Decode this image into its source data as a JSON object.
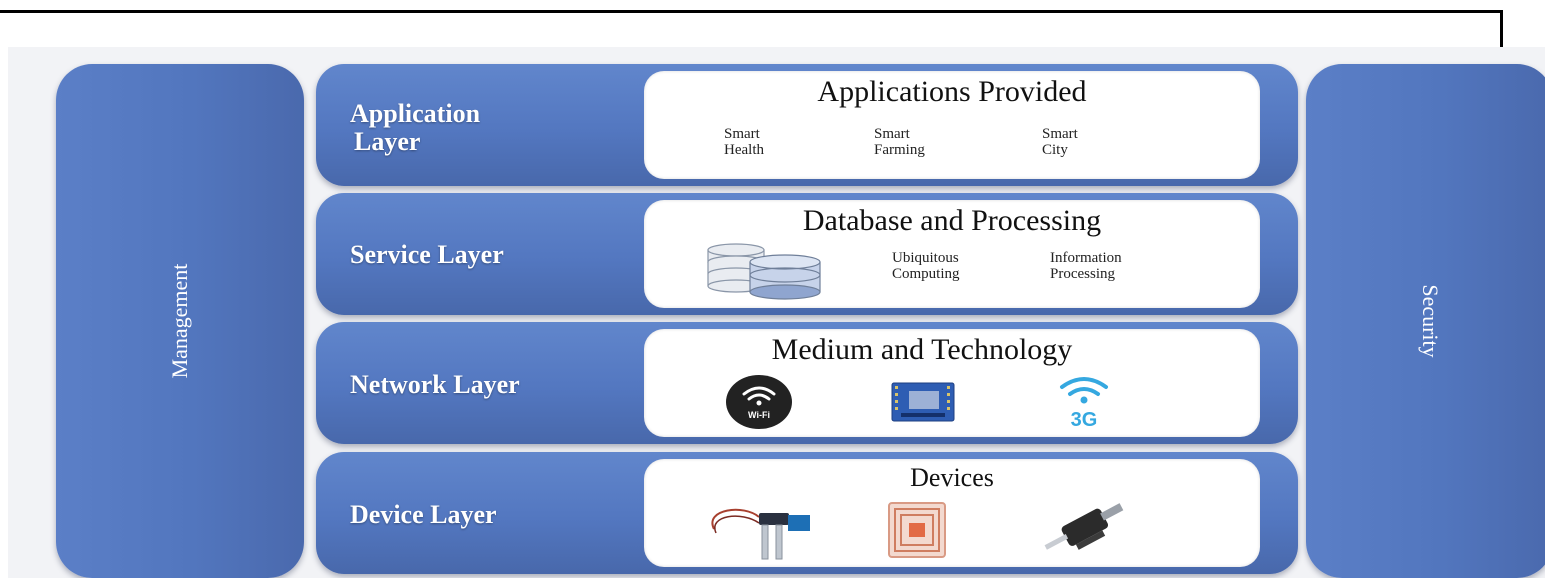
{
  "pillars": {
    "left": "Management",
    "right": "Security"
  },
  "layers": [
    {
      "name_line1": "Application",
      "name_line2": "Layer",
      "box_title": "Applications Provided",
      "items": [
        {
          "line1": "Smart",
          "line2": "Health"
        },
        {
          "line1": "Smart",
          "line2": "Farming"
        },
        {
          "line1": "Smart",
          "line2": "City"
        }
      ]
    },
    {
      "name_line1": "Service Layer",
      "box_title": "Database and Processing",
      "icons": [
        "database-icon"
      ],
      "items": [
        {
          "line1": "Ubiquitous",
          "line2": "Computing"
        },
        {
          "line1": "Information",
          "line2": "Processing"
        }
      ]
    },
    {
      "name_line1": "Network Layer",
      "box_title": "Medium and Technology",
      "icons": [
        "wifi-icon",
        "wireless-module-icon",
        "3g-signal-icon"
      ],
      "wifi_badge": "Wi-Fi",
      "cell_badge": "3G"
    },
    {
      "name_line1": "Device Layer",
      "box_title": "Devices",
      "icons": [
        "soil-moisture-sensor-icon",
        "rfid-tag-icon",
        "solenoid-actuator-icon"
      ]
    }
  ],
  "colors": {
    "layer_blue": "#5377c0",
    "box_white": "#ffffff",
    "label_white": "#ffffff"
  }
}
